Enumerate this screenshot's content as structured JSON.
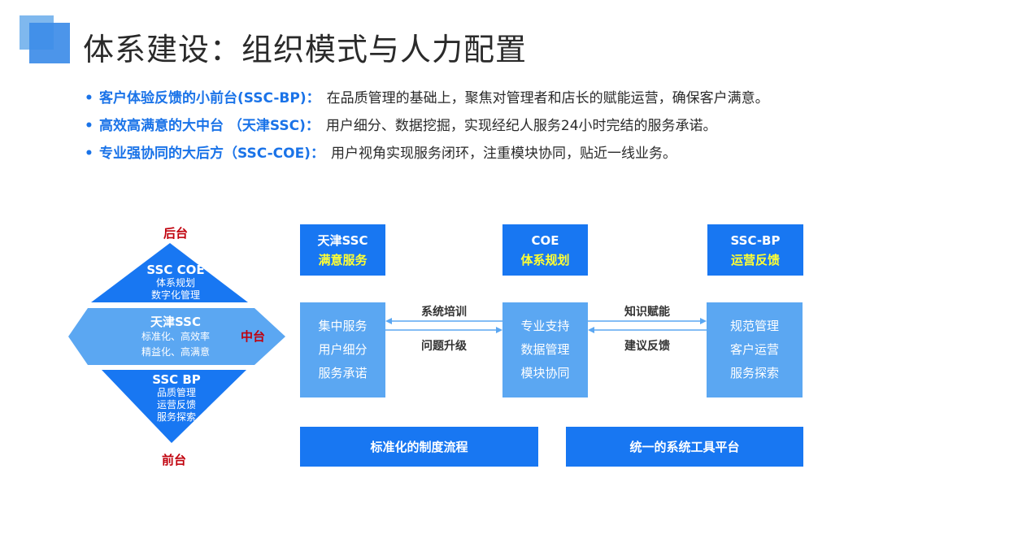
{
  "title": "体系建设：组织模式与人力配置",
  "bullets": [
    {
      "label": "客户体验反馈的小前台(SSC-BP)：",
      "text": "在品质管理的基础上，聚焦对管理者和店长的赋能运营，确保客户满意。"
    },
    {
      "label": "高效高满意的大中台 （天津SSC)：",
      "text": "用户细分、数据挖掘，实现经纪人服务24小时完结的服务承诺。"
    },
    {
      "label": "专业强协同的大后方（SSC-COE)：",
      "text": "用户视角实现服务闭环，注重模块协同，贴近一线业务。"
    }
  ],
  "diagram": {
    "top_label": "后台",
    "middle_label": "中台",
    "bottom_label": "前台",
    "top": {
      "title": "SSC COE",
      "lines": [
        "体系规划",
        "数字化管理"
      ]
    },
    "middle": {
      "title": "天津SSC",
      "lines": [
        "标准化、高效率",
        "精益化、高满意"
      ]
    },
    "bottom": {
      "title": "SSC BP",
      "lines": [
        "品质管理",
        "运营反馈",
        "服务探索"
      ]
    }
  },
  "columns": [
    {
      "header": "天津SSC",
      "subheader": "满意服务",
      "items": [
        "集中服务",
        "用户细分",
        "服务承诺"
      ]
    },
    {
      "header": "COE",
      "subheader": "体系规划",
      "items": [
        "专业支持",
        "数据管理",
        "模块协同"
      ]
    },
    {
      "header": "SSC-BP",
      "subheader": "运营反馈",
      "items": [
        "规范管理",
        "客户运营",
        "服务探索"
      ]
    }
  ],
  "flows": [
    {
      "top": "系统培训",
      "bottom": "问题升级"
    },
    {
      "top": "知识赋能",
      "bottom": "建议反馈"
    }
  ],
  "bars": [
    "标准化的制度流程",
    "统一的系统工具平台"
  ],
  "colors": {
    "primary": "#1877f2",
    "light": "#5ba7f2",
    "accent_red": "#c0000c",
    "highlight": "#ffff33"
  }
}
